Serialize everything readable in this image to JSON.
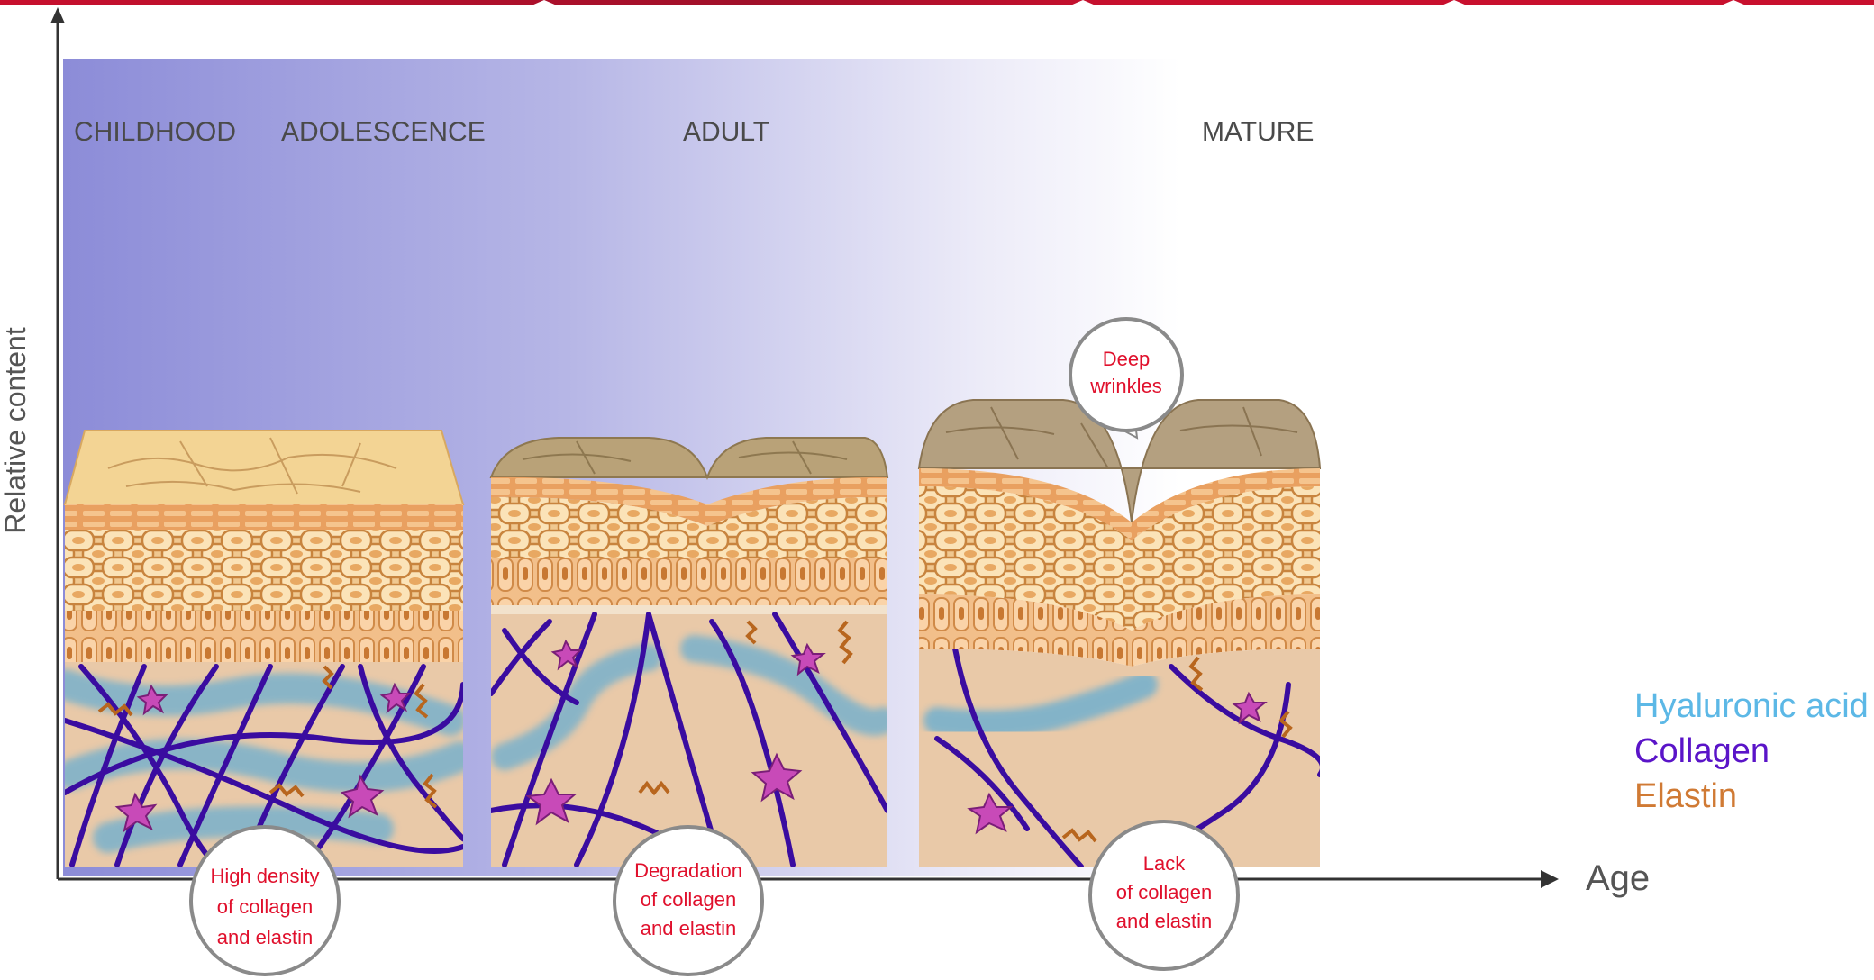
{
  "stages": [
    "CHILDHOOD",
    "ADOLESCENCE",
    "ADULT",
    "MATURE"
  ],
  "axes": {
    "y_label": "Relative content",
    "x_label": "Age"
  },
  "callouts": {
    "wrinkles": [
      "Deep",
      "wrinkles"
    ],
    "childhood": [
      "High density",
      "of collagen",
      "and elastin"
    ],
    "adult": [
      "Degradation",
      "of collagen",
      "and elastin"
    ],
    "mature": [
      "Lack",
      "of collagen",
      "and elastin"
    ]
  },
  "legend": [
    {
      "label": "Hyaluronic acid",
      "color": "#5cb8e6"
    },
    {
      "label": "Collagen",
      "color": "#5a14c8"
    },
    {
      "label": "Elastin",
      "color": "#d07a34"
    }
  ],
  "colors": {
    "header_bar": "#c8102e",
    "gradient_start": "#8c8cd8",
    "callout_text": "#e0102c",
    "dermis": "#e9c9a8",
    "collagen": "#3a0ca0",
    "elastin": "#b8661e",
    "hyaluronic": "#6aaed0",
    "fibroblast": "#c84ab8"
  }
}
